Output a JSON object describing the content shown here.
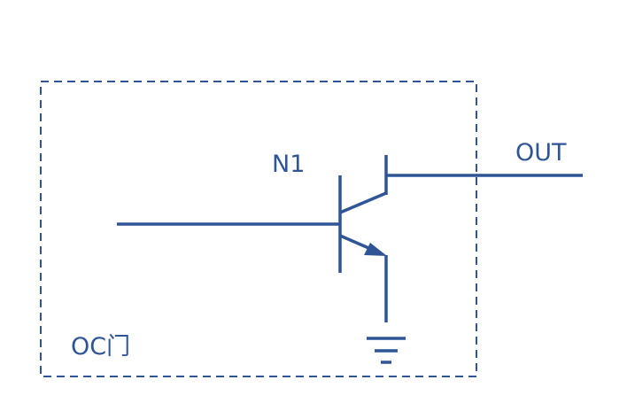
{
  "diagram": {
    "transistor_label": "N1",
    "output_label": "OUT",
    "gate_label": "OC门"
  },
  "colors": {
    "line": "#2f5597",
    "background": "#ffffff"
  }
}
